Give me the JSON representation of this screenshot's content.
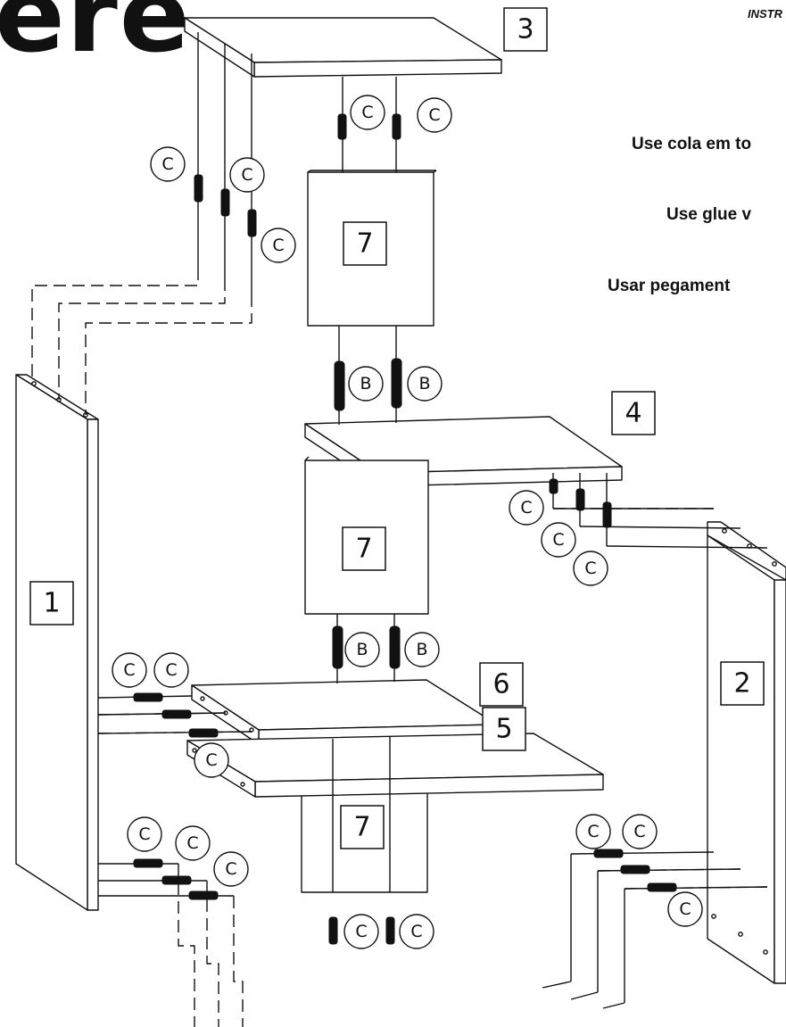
{
  "header": {
    "brand_partial": "ere",
    "instructions_partial": "INSTR"
  },
  "notes": [
    "Use cola em to",
    "Use glue v",
    "Usar pegament"
  ],
  "parts": {
    "top": "3",
    "middle_shelf": "4",
    "bottom": "5",
    "lower_shelf": "6",
    "left_side": "1",
    "right_side": "2",
    "door_upper": "7",
    "door_middle": "7",
    "door_lower": "7"
  },
  "hardware": {
    "dowel": "C",
    "pin": "B"
  },
  "colors": {
    "line": "#111111",
    "background": "#ffffff"
  }
}
